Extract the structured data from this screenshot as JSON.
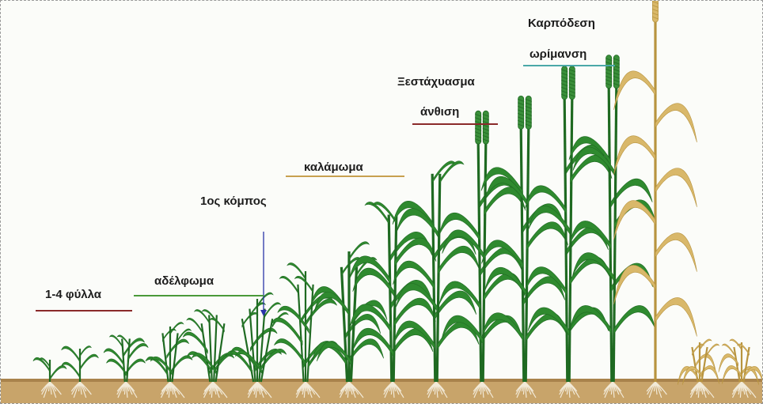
{
  "stages": [
    {
      "id": "leaves",
      "label": "1-4 φύλλα",
      "underline_color": "#8a2a2a"
    },
    {
      "id": "tillering",
      "label": "αδέλφωμα",
      "underline_color": "#4a9a3a"
    },
    {
      "id": "first-node",
      "label": "1ος κόμπος",
      "arrow_color": "#2a34a8"
    },
    {
      "id": "stem-elongation",
      "label": "καλάμωμα",
      "underline_color": "#c8a050"
    },
    {
      "id": "heading",
      "label": "Ξεστάχυασμα"
    },
    {
      "id": "flowering",
      "label": "άνθιση",
      "underline_color": "#8a2a2a"
    },
    {
      "id": "grain-set",
      "label": "Καρπόδεση"
    },
    {
      "id": "ripening",
      "label": "ωρίμανση",
      "underline_color": "#4aa8a8"
    }
  ],
  "colors": {
    "soil": "#c8a46a",
    "soil_dark": "#a9834c",
    "plant_green": "#2f8a2f",
    "plant_dark": "#1f6a22",
    "dry_plant": "#d9b86a",
    "roots": "#f2ead8",
    "background": "#fbfcf9"
  }
}
